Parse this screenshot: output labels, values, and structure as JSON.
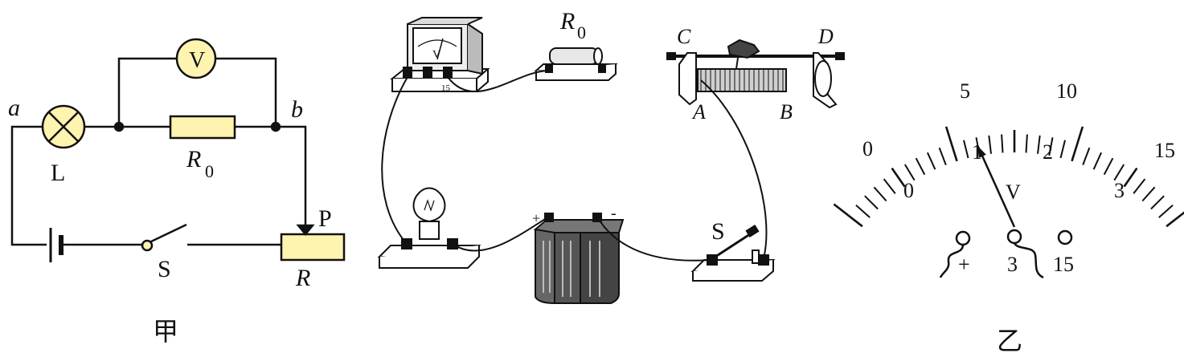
{
  "left_diagram": {
    "caption": "甲",
    "labels": {
      "a": "a",
      "b": "b",
      "lamp": "L",
      "resistor_main": "R",
      "resistor_sub": "0",
      "voltmeter": "V",
      "slider": "P",
      "rheostat": "R",
      "switch": "S"
    },
    "colors": {
      "component_fill": "#fff3b0",
      "line": "#111111"
    }
  },
  "middle_diagram": {
    "labels": {
      "r0_main": "R",
      "r0_sub": "0",
      "meter_v": "V",
      "meter_15": "15",
      "terminal_c": "C",
      "terminal_d": "D",
      "terminal_a": "A",
      "terminal_b": "B",
      "battery_plus": "+",
      "battery_minus": "-",
      "switch": "S"
    }
  },
  "right_diagram": {
    "caption": "乙",
    "upper_scale": [
      "0",
      "5",
      "10",
      "15"
    ],
    "lower_scale": [
      "0",
      "1",
      "2",
      "3"
    ],
    "meter_symbol": "V",
    "terminals": [
      "+",
      "3",
      "15"
    ],
    "pointer_reading_3V": 1.2
  }
}
